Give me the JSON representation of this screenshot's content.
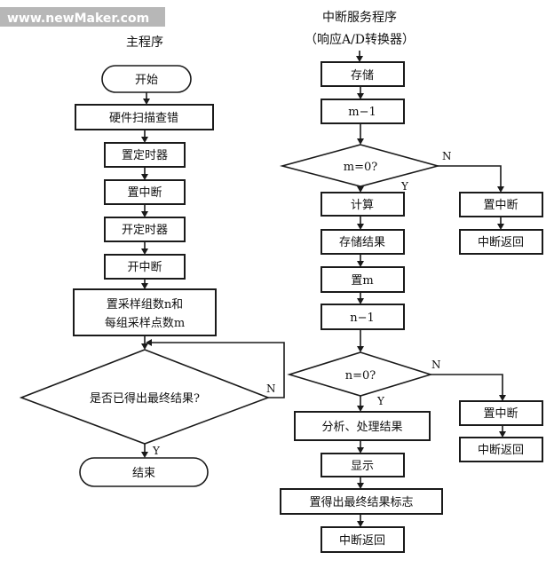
{
  "watermark": "www.newMaker.com",
  "main": {
    "heading": "主程序",
    "start": "开始",
    "steps": [
      "硬件扫描查错",
      "置定时器",
      "置中断",
      "开定时器",
      "开中断"
    ],
    "set_params": [
      "置采样组数n和",
      "每组采样点数m"
    ],
    "decision": "是否已得出最终结果?",
    "yes": "Y",
    "no": "N",
    "end": "结束"
  },
  "isr": {
    "heading": "中断服务程序",
    "subheading": "（响应A/D转换器）",
    "store": "存储",
    "dec_m": "m−1",
    "check_m": "m=0?",
    "m_yes": "Y",
    "m_no": "N",
    "compute": "计算",
    "store_result": "存储结果",
    "set_m": "置m",
    "dec_n": "n−1",
    "check_n": "n=0?",
    "n_yes": "Y",
    "n_no": "N",
    "analyze": "分析、处理结果",
    "display": "显示",
    "set_flag": "置得出最终结果标志",
    "return_final": "中断返回",
    "m_branch_set_int": "置中断",
    "m_branch_return": "中断返回",
    "n_branch_set_int": "置中断",
    "n_branch_return": "中断返回"
  }
}
